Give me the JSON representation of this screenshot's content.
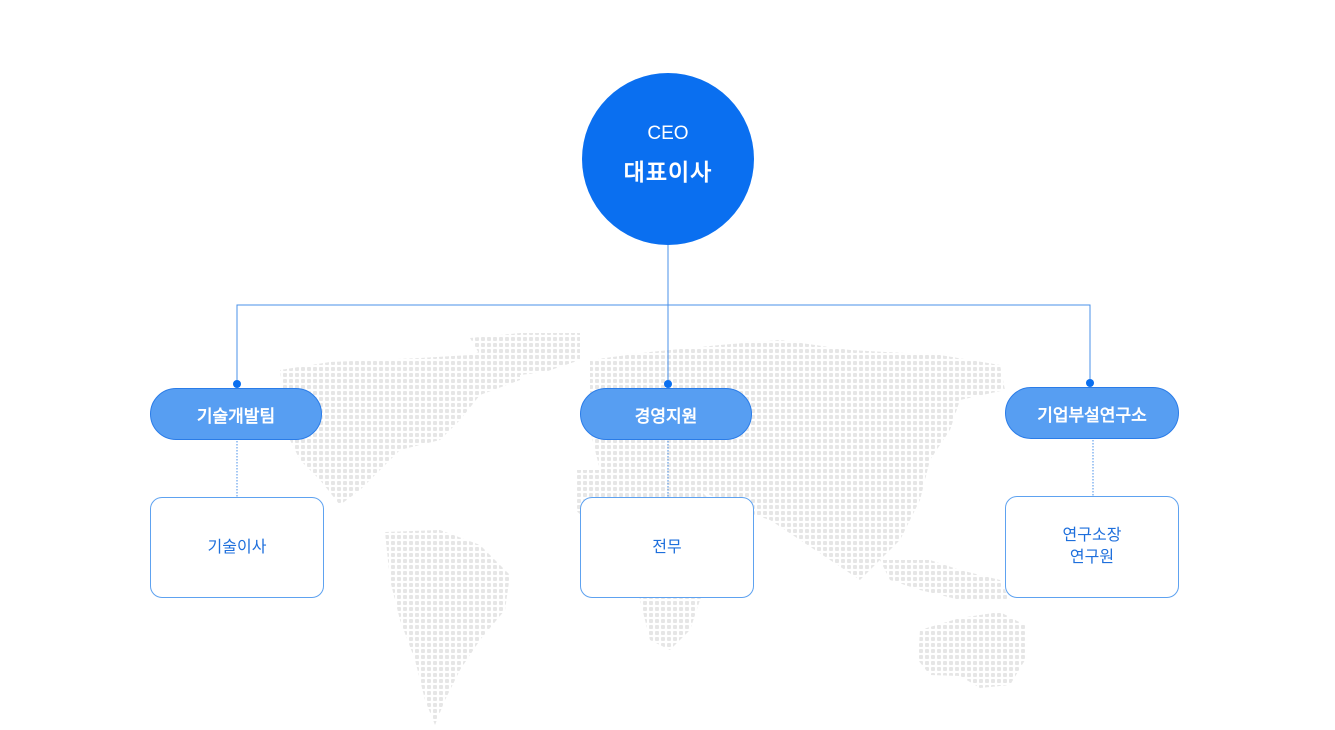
{
  "ceo": {
    "title_en": "CEO",
    "title_ko": "대표이사"
  },
  "departments": [
    {
      "name": "기술개발팀",
      "roles": [
        "기술이사"
      ]
    },
    {
      "name": "경영지원",
      "roles": [
        "전무"
      ]
    },
    {
      "name": "기업부설연구소",
      "roles": [
        "연구소장",
        "연구원"
      ]
    }
  ],
  "colors": {
    "ceo_fill": "#0a6ff0",
    "dept_fill": "#579ef2",
    "dept_border": "#2a7ce8",
    "connector": "#4a90e8",
    "role_border": "#5ea2f0",
    "role_text": "#1e6fdc",
    "map_dot": "#e6e6e6"
  },
  "background": {
    "decoration": "dotted-world-map"
  }
}
